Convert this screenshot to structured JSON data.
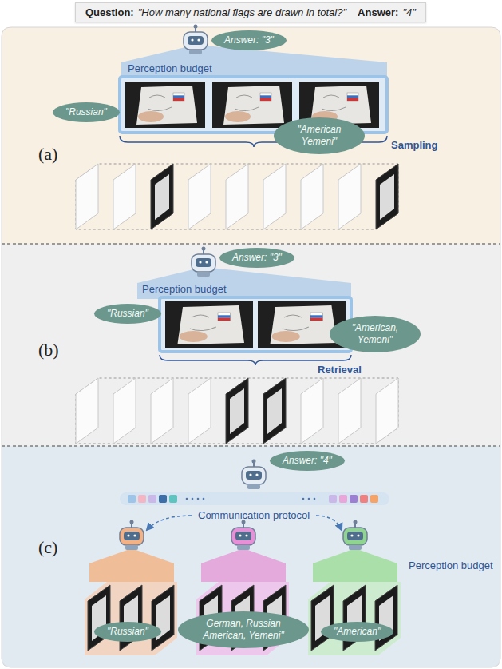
{
  "diagram": {
    "nodes": [
      {
        "text": [
          "Question:",
          "\"How many national flags are drawn in total?\"",
          "Answer:",
          "\"4\""
        ]
      },
      {
        "text": [
          "(a)"
        ]
      },
      {
        "text": [
          "Answer: \"3\""
        ],
        "in": 1
      },
      {
        "text": [
          "\"Russian\""
        ],
        "in": 1
      },
      {
        "text": [
          "\"American Yemeni\""
        ],
        "in": 1
      },
      {
        "text": [
          "(b)"
        ]
      },
      {
        "text": [
          "Answer: \"3\""
        ],
        "in": 5
      },
      {
        "text": [
          "\"Russian\""
        ],
        "in": 5
      },
      {
        "text": [
          "\"American, Yemeni\""
        ],
        "in": 5
      },
      {
        "text": [
          "(c)"
        ]
      },
      {
        "text": [
          "Answer: \"4\""
        ],
        "in": 9
      },
      {
        "text": [
          "\"Russian\""
        ],
        "in": 9
      },
      {
        "text": [
          "German, Russian American, Yemeni\""
        ],
        "in": 9
      },
      {
        "text": [
          "\"American\""
        ],
        "in": 9
      }
    ],
    "labels": [
      "Perception budget",
      "Sampling",
      "Perception budget",
      "Retrieval",
      "Communication protocol",
      "Perception budget"
    ]
  }
}
